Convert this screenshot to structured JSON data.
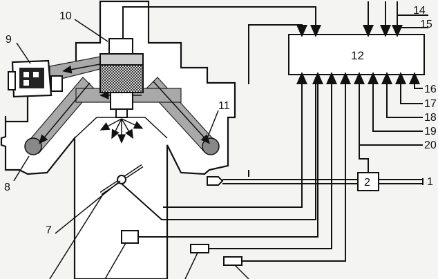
{
  "labels": {
    "n1": "1",
    "n2": "2",
    "n7": "7",
    "n8": "8",
    "n9": "9",
    "n10": "10",
    "n11": "11",
    "n12": "12",
    "n14": "14",
    "n15": "15",
    "n16": "16",
    "n17": "17",
    "n18": "18",
    "n19": "19",
    "n20": "20"
  },
  "colors": {
    "line": "#111111",
    "duct": "#a9a9a9",
    "background": "#f4f4f2"
  }
}
